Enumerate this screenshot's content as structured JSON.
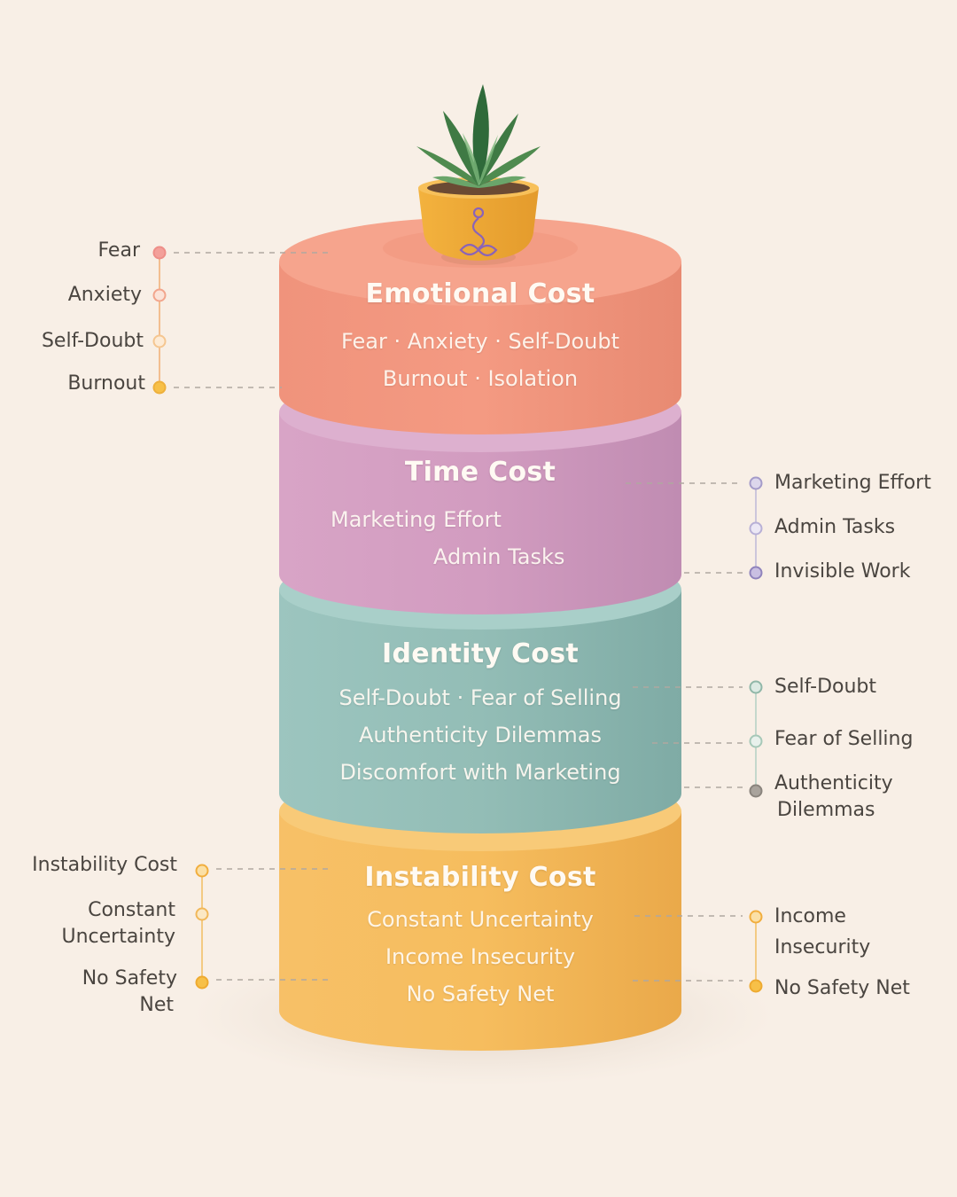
{
  "layers": {
    "emotional": {
      "title": "Emotional Cost",
      "line1": "Fear · Anxiety · Self-Doubt",
      "line2": "Burnout · Isolation",
      "color": "#f3967c"
    },
    "time": {
      "title": "Time Cost",
      "line1": "Marketing Effort",
      "line2": "Admin Tasks",
      "color": "#cf98bd"
    },
    "identity": {
      "title": "Identity Cost",
      "line1": "Self-Doubt · Fear of Selling",
      "line2": "Authenticity Dilemmas",
      "line3": "Discomfort with Marketing",
      "color": "#93bdb6"
    },
    "instability": {
      "title": "Instability Cost",
      "line1": "Constant Uncertainty",
      "line2": "Income Insecurity",
      "line3": "No Safety Net",
      "color": "#f6bd5e"
    }
  },
  "labels": {
    "emotional_left": [
      "Fear",
      "Anxiety",
      "Self-Doubt",
      "Burnout"
    ],
    "time_right": [
      "Marketing Effort",
      "Admin Tasks",
      "Invisible Work"
    ],
    "identity_right": [
      "Self-Doubt",
      "Fear of Selling",
      "Authenticity",
      "Dilemmas"
    ],
    "instability_left": [
      "Instability Cost",
      "Constant",
      "Uncertainty",
      "No Safety",
      "Net"
    ],
    "instability_right": [
      "Income",
      "Insecurity",
      "No Safety Net"
    ]
  },
  "icons": {
    "plant": "succulent-plant-icon",
    "pot_symbol": "meditation-figure-icon"
  }
}
